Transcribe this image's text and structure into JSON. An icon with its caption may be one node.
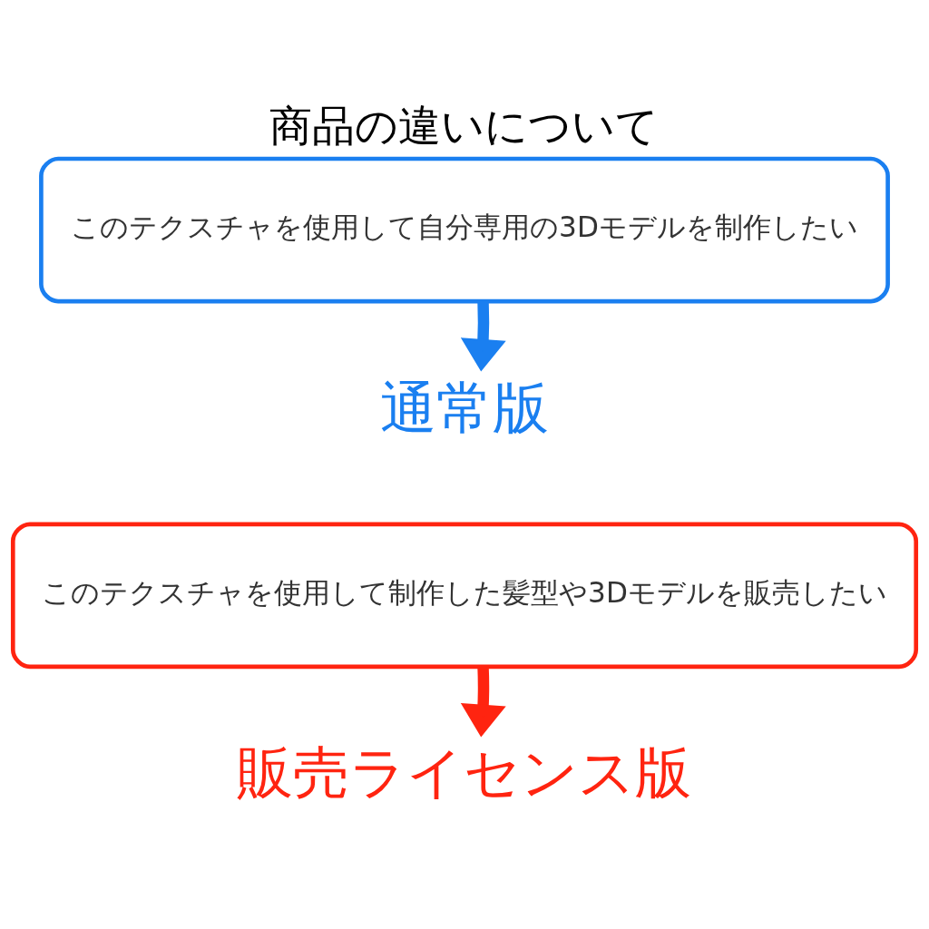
{
  "diagram": {
    "title": "商品の違いについて",
    "nodes": [
      {
        "text": [
          "このテクスチャを使用して自分専用の3Dモデルを制作したい"
        ]
      },
      {
        "text": [
          "通常版"
        ]
      },
      {
        "text": [
          "このテクスチャを使用して制作した髪型や3Dモデルを販売したい"
        ]
      },
      {
        "text": [
          "販売ライセンス版"
        ]
      }
    ],
    "edges": [
      {
        "from": 0,
        "to": 1,
        "arrow": "to",
        "color": "#1a7ff0"
      },
      {
        "from": 2,
        "to": 3,
        "arrow": "to",
        "color": "#ff2410"
      }
    ]
  }
}
